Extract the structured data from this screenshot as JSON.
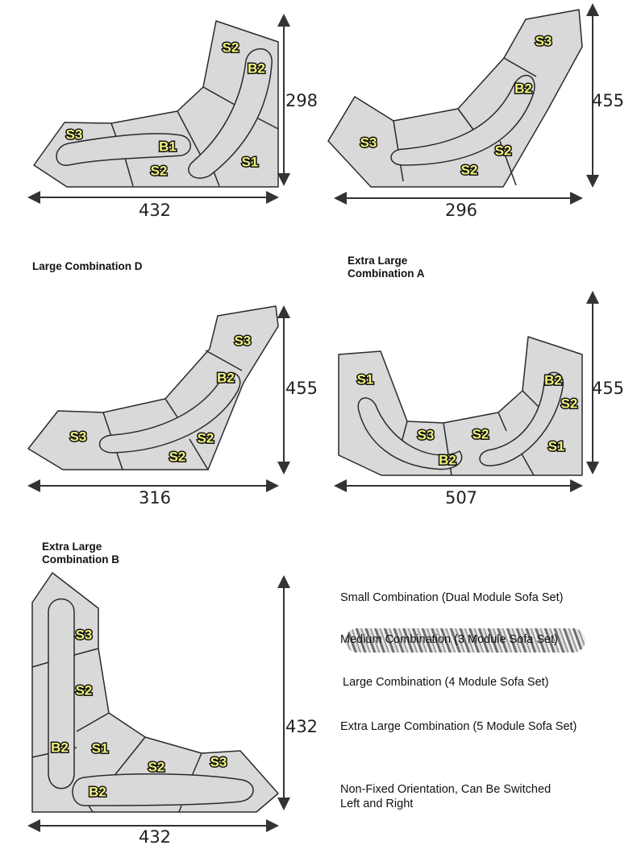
{
  "diagrams": [
    {
      "name": "top-left",
      "width": "432",
      "height": "298",
      "modules": [
        "S3",
        "B1",
        "S2",
        "S2",
        "B2",
        "S1"
      ]
    },
    {
      "name": "top-right",
      "width": "296",
      "height": "455",
      "modules": [
        "S3",
        "S3",
        "B2",
        "S2",
        "S2"
      ]
    },
    {
      "name": "large-combination-d",
      "caption": "Large Combination D",
      "width": "316",
      "height": "455",
      "modules": [
        "S3",
        "S3",
        "B2",
        "S2",
        "S2"
      ]
    },
    {
      "name": "extra-large-combination-a",
      "caption_line1": "Extra Large",
      "caption_line2": "Combination A",
      "width": "507",
      "height": "455",
      "modules": [
        "S1",
        "B2",
        "S2",
        "S1",
        "S3",
        "S2",
        "B2"
      ]
    },
    {
      "name": "extra-large-combination-b",
      "caption_line1": "Extra Large",
      "caption_line2": "Combination B",
      "width": "432",
      "height": "432",
      "modules": [
        "S3",
        "S2",
        "S1",
        "B2",
        "S2",
        "S3",
        "B2"
      ]
    }
  ],
  "notes": [
    "Small Combination (Dual Module Sofa Set)",
    "Medium Combination (3 Module Sofa Set)",
    "Large Combination (4 Module Sofa Set)",
    "Extra Large Combination (5 Module Sofa Set)",
    "Non-Fixed Orientation, Can Be Switched",
    "Left and Right"
  ],
  "colors": {
    "module": "#d9d9d9",
    "label": "#f2f27a",
    "outline": "#2a2a2a"
  }
}
